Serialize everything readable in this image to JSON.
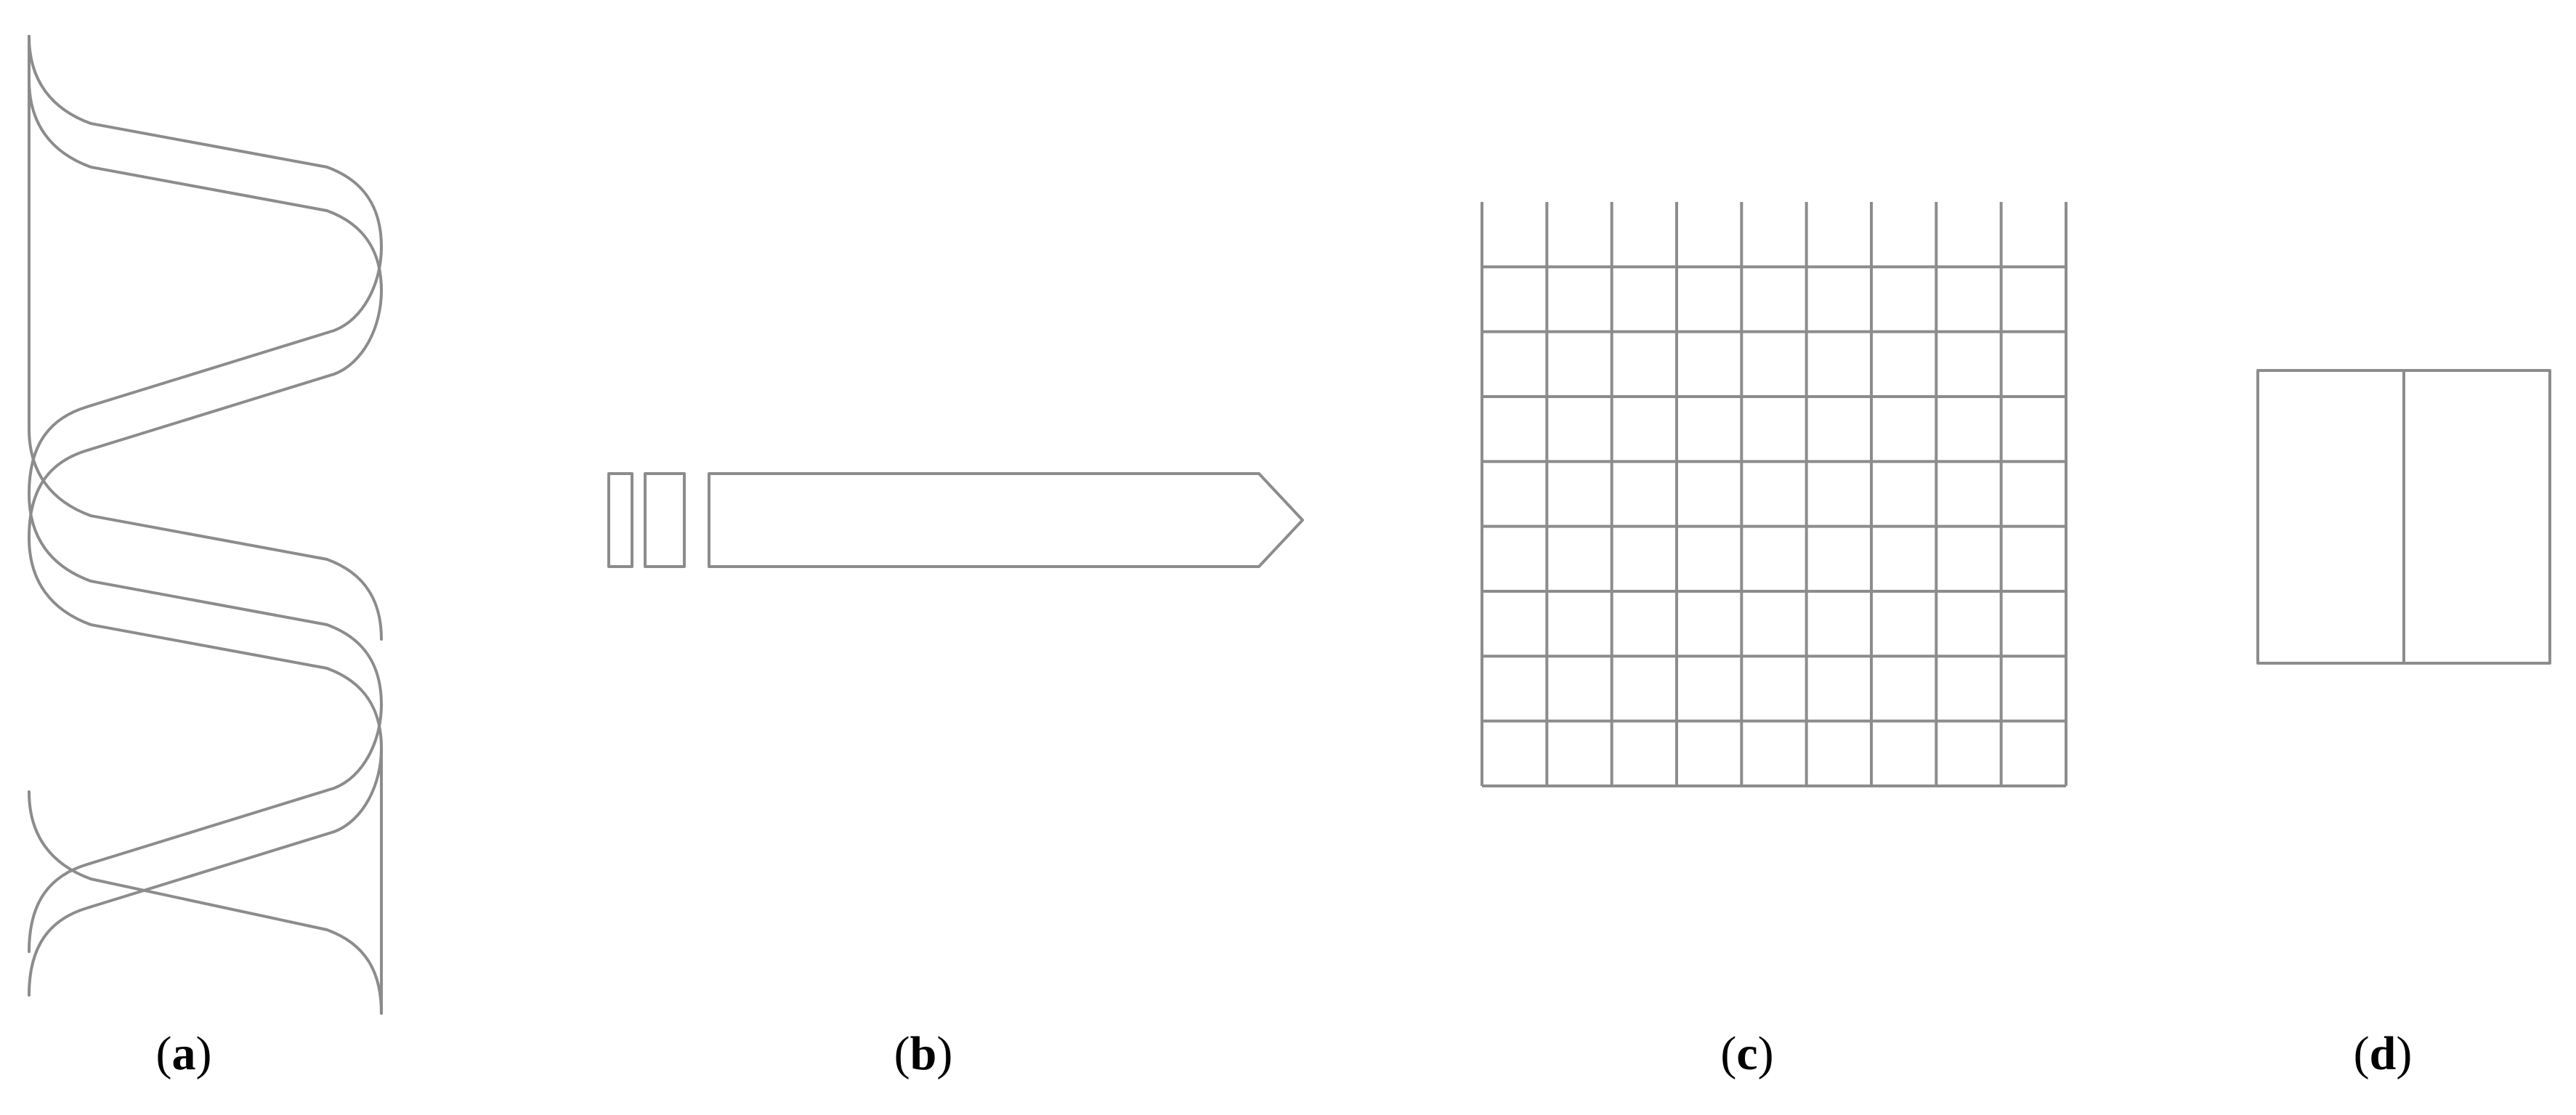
{
  "panels": [
    {
      "id": "a",
      "letter": "a",
      "paren_open": "(",
      "paren_close": ")"
    },
    {
      "id": "b",
      "letter": "b",
      "paren_open": "(",
      "paren_close": ")"
    },
    {
      "id": "c",
      "letter": "c",
      "paren_open": "(",
      "paren_close": ")"
    },
    {
      "id": "d",
      "letter": "d",
      "paren_open": "(",
      "paren_close": ")"
    }
  ],
  "style": {
    "line_color": "#8c8c8c",
    "background": "#ffffff",
    "caption_color": "#000000"
  }
}
